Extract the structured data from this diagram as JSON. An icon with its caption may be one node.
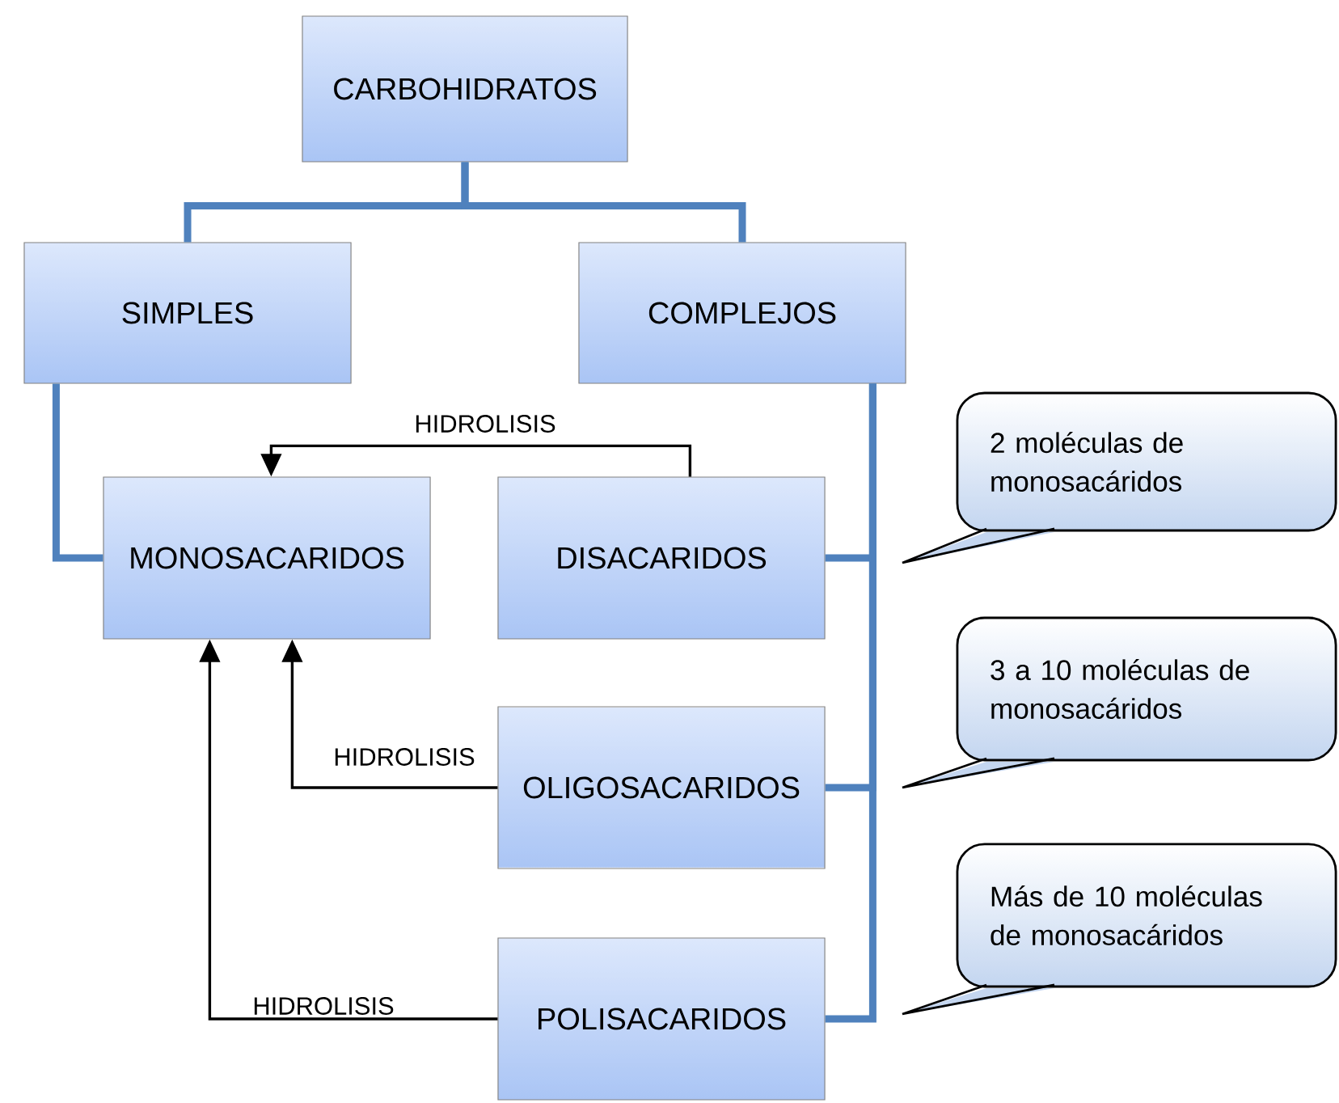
{
  "diagram": {
    "nodes": [
      {
        "text": [
          "CARBOHIDRATOS"
        ]
      },
      {
        "text": [
          "SIMPLES"
        ]
      },
      {
        "text": [
          "COMPLEJOS"
        ]
      },
      {
        "text": [
          "MONOSACARIDOS"
        ]
      },
      {
        "text": [
          "DISACARIDOS"
        ]
      },
      {
        "text": [
          "OLIGOSACARIDOS"
        ]
      },
      {
        "text": [
          "POLISACARIDOS"
        ]
      },
      {
        "text": [
          "2 moléculas de monosacáridos"
        ]
      },
      {
        "text": [
          "3 a 10 moléculas de monosacáridos"
        ]
      },
      {
        "text": [
          "Más de 10 moléculas de monosacáridos"
        ]
      }
    ],
    "edges": [
      {
        "from": 0,
        "to": 1,
        "arrow": "none"
      },
      {
        "from": 0,
        "to": 2,
        "arrow": "none"
      },
      {
        "from": 1,
        "to": 3,
        "arrow": "none"
      },
      {
        "from": 2,
        "to": 4,
        "arrow": "none"
      },
      {
        "from": 2,
        "to": 5,
        "arrow": "none"
      },
      {
        "from": 2,
        "to": 6,
        "arrow": "none"
      },
      {
        "from": 4,
        "to": 3,
        "arrow": "to",
        "label": "HIDROLISIS",
        "color": "#000000"
      },
      {
        "from": 5,
        "to": 3,
        "arrow": "to",
        "label": "HIDROLISIS",
        "color": "#000000"
      },
      {
        "from": 6,
        "to": 3,
        "arrow": "to",
        "label": "HIDROLISIS",
        "color": "#000000"
      }
    ]
  }
}
